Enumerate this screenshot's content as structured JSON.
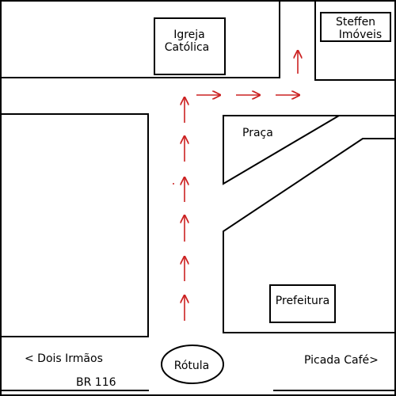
{
  "colors": {
    "background": "#ffffff",
    "outline": "#000000",
    "route": "#cc2222"
  },
  "labels": {
    "igreja": [
      "Igreja",
      "Católica"
    ],
    "steffen": [
      "Steffen",
      "Imóveis"
    ],
    "praca": "Praça",
    "prefeitura": "Prefeitura",
    "rotula": "Rótula",
    "dois_irmaos": "< Dois Irmãos",
    "picada_cafe": "Picada Café>",
    "br116": "BR 116"
  },
  "route": {
    "description_arrows": "up-arrows along vertical street, right-arrows along top street, final up-arrow toward Steffen Imóveis"
  }
}
